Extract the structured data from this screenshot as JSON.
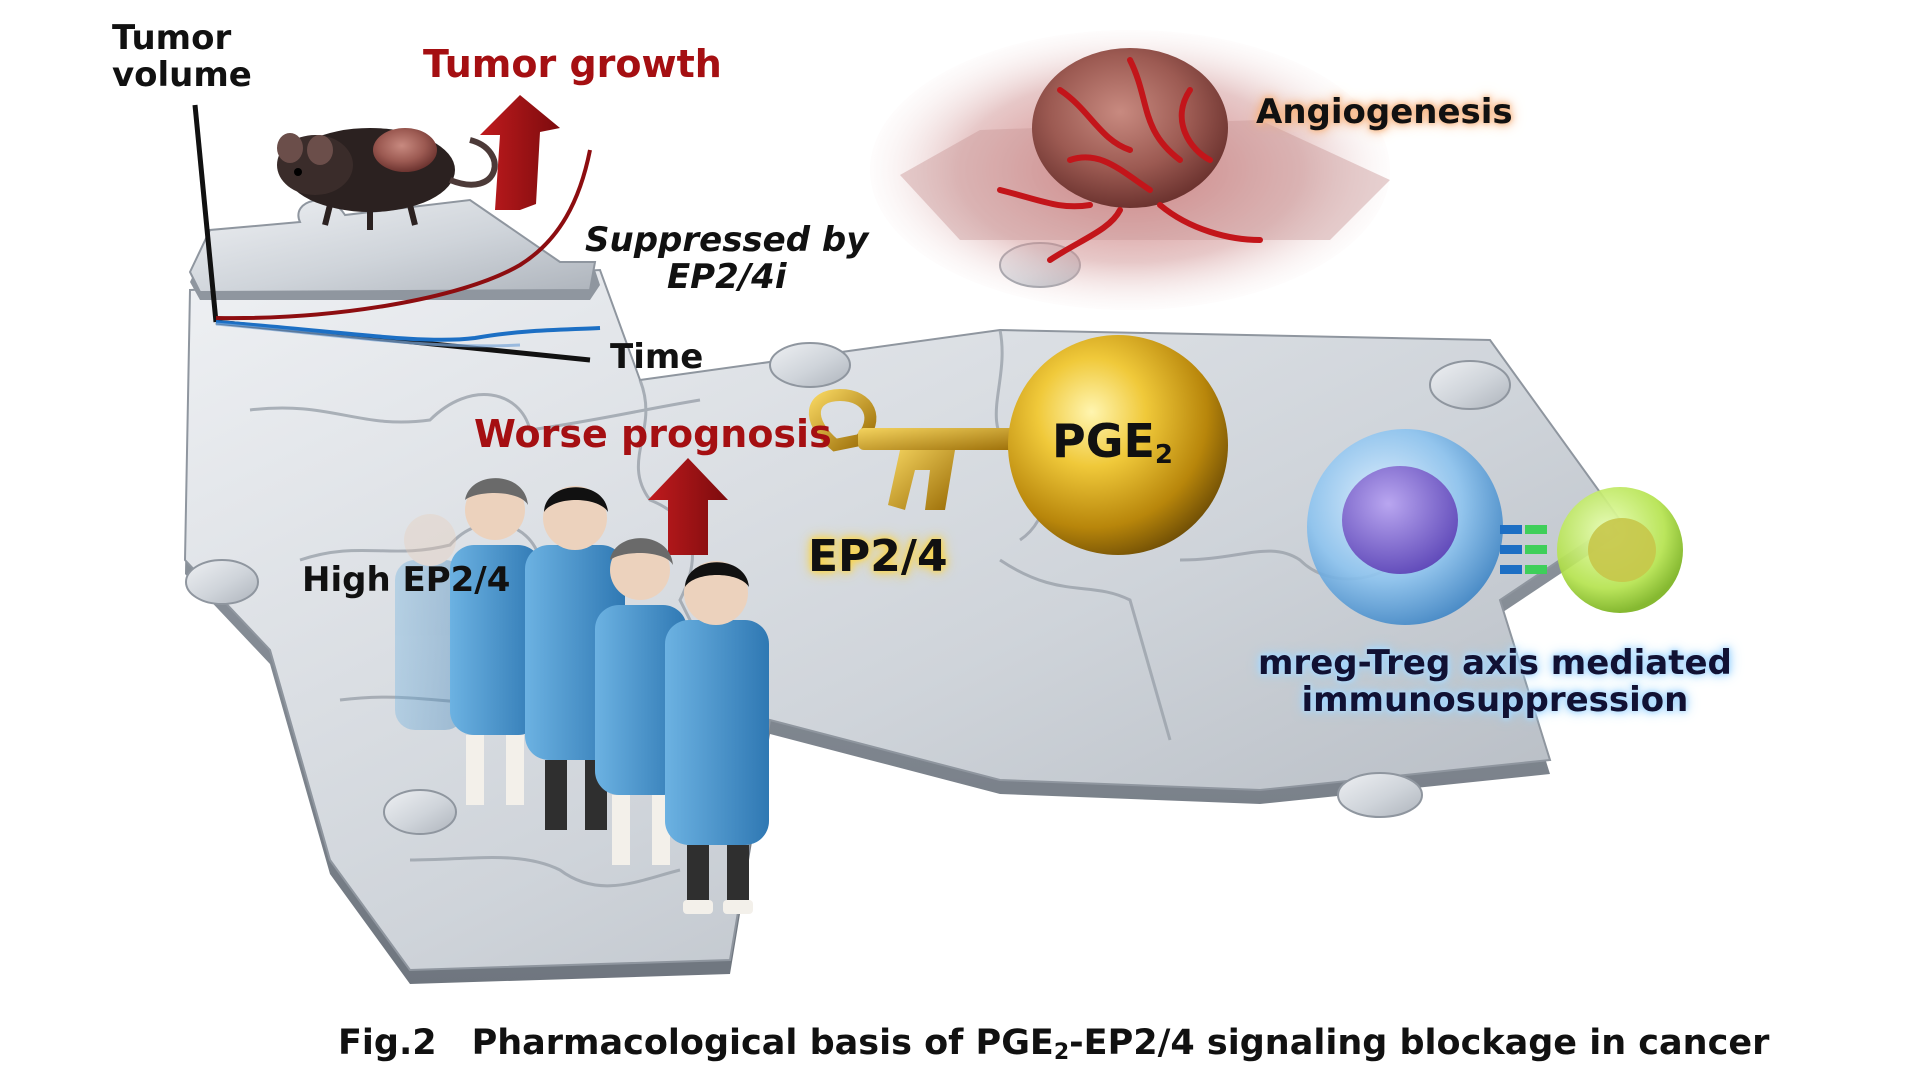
{
  "figure": {
    "y_axis_label_line1": "Tumor",
    "y_axis_label_line2": "volume",
    "tumor_growth": "Tumor growth",
    "suppressed_line1": "Suppressed by",
    "suppressed_line2": "EP2/4i",
    "x_axis_label": "Time",
    "worse_prognosis": "Worse prognosis",
    "high_ep": "High EP2/4",
    "receptor": "EP2/4",
    "ligand_main": "PGE",
    "ligand_sub": "2",
    "angiogenesis": "Angiogenesis",
    "immuno_line1": "mreg-Treg axis mediated",
    "immuno_line2": "immunosuppression"
  },
  "caption": {
    "prefix": "Fig.2　Pharmacological basis of PGE",
    "sub": "2",
    "suffix": "-EP2/4 signaling blockage in cancer"
  },
  "colors": {
    "accent_red": "#a50f12",
    "puzzle_gray": "#c8cdd4",
    "ball_gold": "#d9a819",
    "robe_blue": "#4b97cc",
    "treg_green": "#a7d93b",
    "cell_blue": "#7fb5e6"
  }
}
